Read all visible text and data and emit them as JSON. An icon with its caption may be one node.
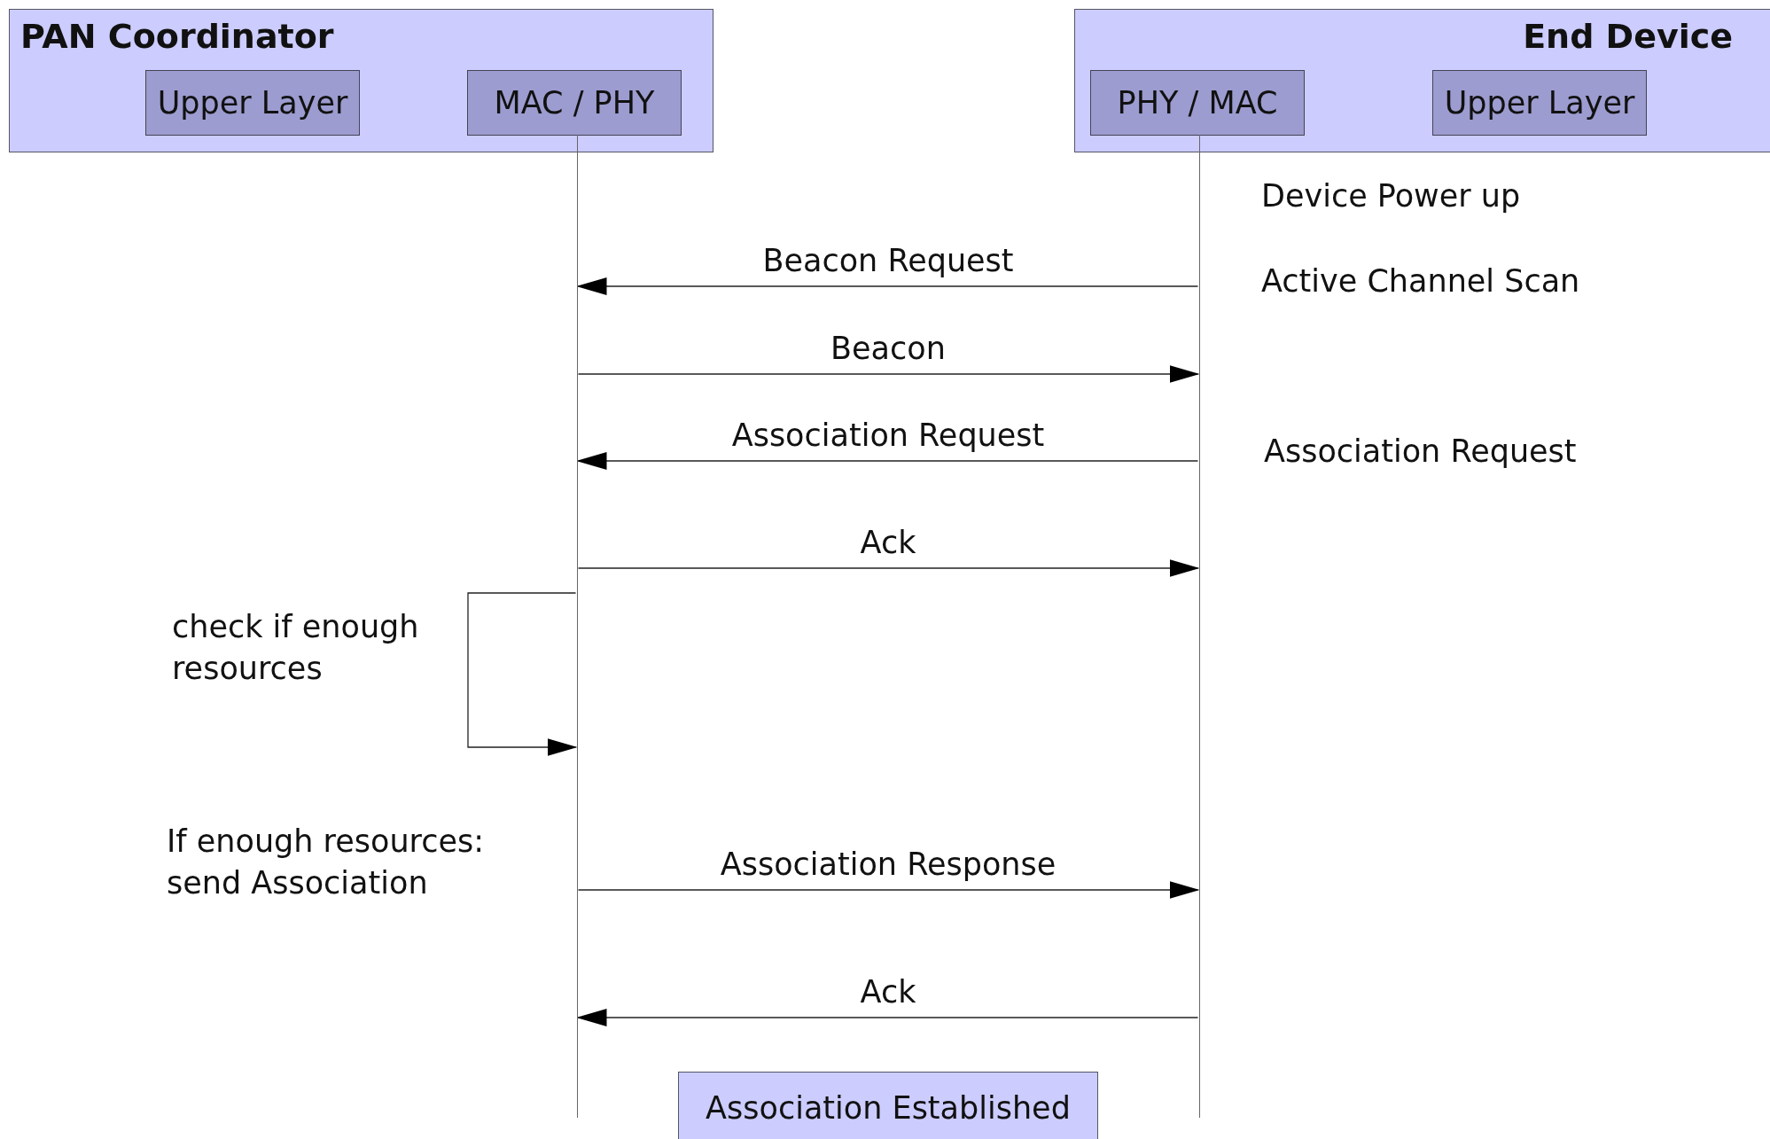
{
  "diagram": {
    "nodes": [
      {
        "text": [
          "PAN Coordinator"
        ]
      },
      {
        "text": [
          "Upper Layer"
        ],
        "in": 0
      },
      {
        "text": [
          "MAC / PHY"
        ],
        "in": 0
      },
      {
        "text": [
          "End Device"
        ]
      },
      {
        "text": [
          "PHY / MAC"
        ],
        "in": 3
      },
      {
        "text": [
          "Upper Layer"
        ],
        "in": 3
      },
      {
        "text": [
          "Association Established"
        ]
      },
      {
        "text": [],
        "shape": "bar"
      },
      {
        "text": [],
        "shape": "bar"
      }
    ],
    "edges": [
      {
        "from": 8,
        "to": 7,
        "arrow": "to",
        "label": "Beacon Request"
      },
      {
        "from": 7,
        "to": 8,
        "arrow": "to",
        "label": "Beacon"
      },
      {
        "from": 8,
        "to": 7,
        "arrow": "to",
        "label": "Association Request"
      },
      {
        "from": 7,
        "to": 8,
        "arrow": "to",
        "label": "Ack"
      },
      {
        "from": 7,
        "to": 7,
        "arrow": "to",
        "label": "check if enough resources"
      },
      {
        "from": 7,
        "to": 8,
        "arrow": "to",
        "label": "Association Response"
      },
      {
        "from": 8,
        "to": 7,
        "arrow": "to",
        "label": "Ack"
      }
    ],
    "labels": [
      "Device Power up",
      "Active Channel Scan",
      "Association Request",
      "If enough resources: send Association"
    ]
  }
}
